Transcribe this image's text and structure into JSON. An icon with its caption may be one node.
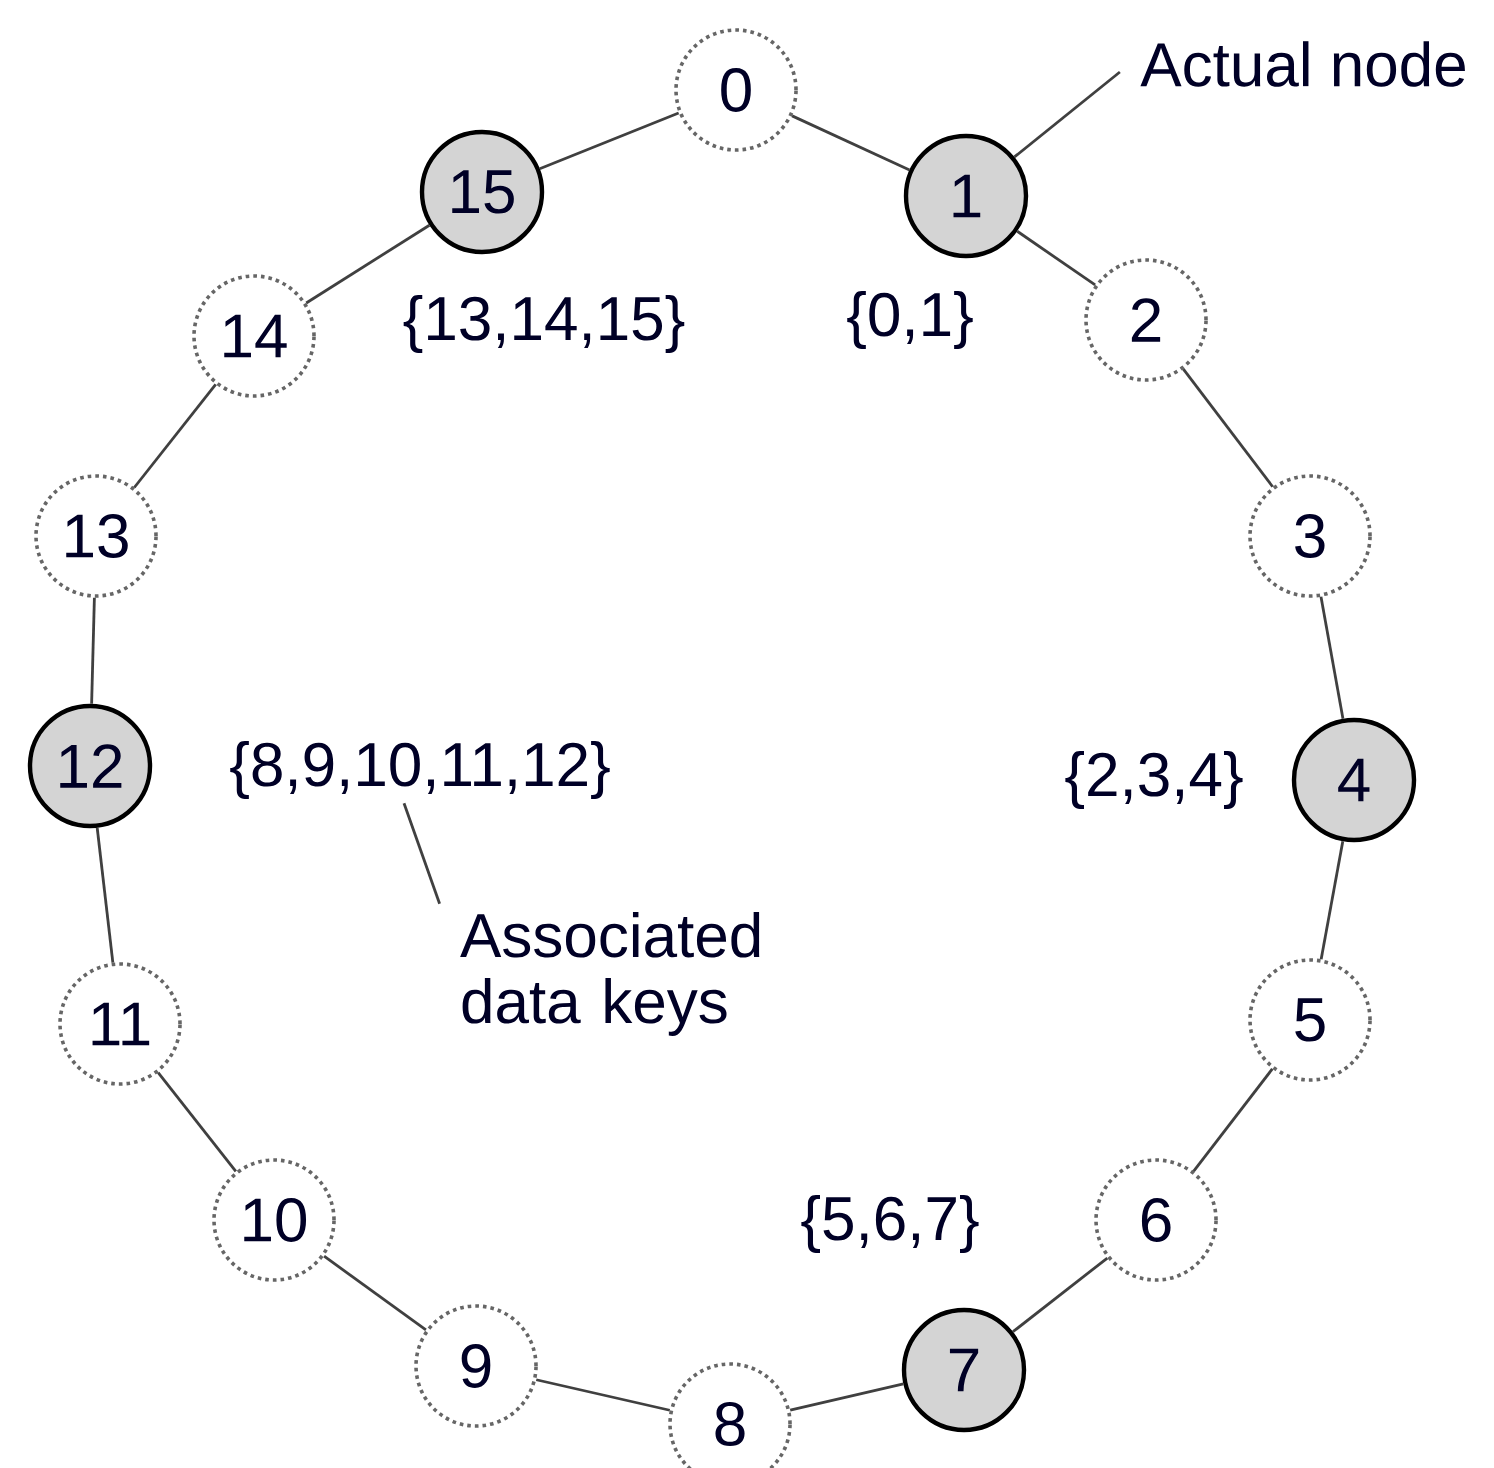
{
  "diagram": {
    "nodes": [
      {
        "text": [
          "0"
        ]
      },
      {
        "text": [
          "1"
        ]
      },
      {
        "text": [
          "2"
        ]
      },
      {
        "text": [
          "3"
        ]
      },
      {
        "text": [
          "4"
        ]
      },
      {
        "text": [
          "5"
        ]
      },
      {
        "text": [
          "6"
        ]
      },
      {
        "text": [
          "7"
        ]
      },
      {
        "text": [
          "8"
        ]
      },
      {
        "text": [
          "9"
        ]
      },
      {
        "text": [
          "10"
        ]
      },
      {
        "text": [
          "11"
        ]
      },
      {
        "text": [
          "12"
        ]
      },
      {
        "text": [
          "13"
        ]
      },
      {
        "text": [
          "14"
        ]
      },
      {
        "text": [
          "15"
        ]
      },
      {
        "text": [
          "Actual node"
        ]
      },
      {
        "text": [
          "{13,14,15}"
        ]
      },
      {
        "text": [
          "{0,1}"
        ]
      },
      {
        "text": [
          "{8,9,10,11,12}"
        ]
      },
      {
        "text": [
          "{2,3,4}"
        ]
      },
      {
        "text": [
          "{5,6,7}"
        ]
      },
      {
        "text": [
          "Associated data keys"
        ]
      }
    ],
    "edges": [
      {
        "from": 0,
        "to": 1,
        "arrow": "none"
      },
      {
        "from": 1,
        "to": 2,
        "arrow": "none"
      },
      {
        "from": 2,
        "to": 3,
        "arrow": "none"
      },
      {
        "from": 3,
        "to": 4,
        "arrow": "none"
      },
      {
        "from": 4,
        "to": 5,
        "arrow": "none"
      },
      {
        "from": 5,
        "to": 6,
        "arrow": "none"
      },
      {
        "from": 6,
        "to": 7,
        "arrow": "none"
      },
      {
        "from": 7,
        "to": 8,
        "arrow": "none"
      },
      {
        "from": 8,
        "to": 9,
        "arrow": "none"
      },
      {
        "from": 9,
        "to": 10,
        "arrow": "none"
      },
      {
        "from": 10,
        "to": 11,
        "arrow": "none"
      },
      {
        "from": 11,
        "to": 12,
        "arrow": "none"
      },
      {
        "from": 12,
        "to": 13,
        "arrow": "none"
      },
      {
        "from": 13,
        "to": 14,
        "arrow": "none"
      },
      {
        "from": 14,
        "to": 15,
        "arrow": "none"
      },
      {
        "from": 15,
        "to": 0,
        "arrow": "none"
      },
      {
        "from": 16,
        "to": 1,
        "arrow": "none"
      },
      {
        "from": 22,
        "to": 19,
        "arrow": "none"
      }
    ]
  }
}
